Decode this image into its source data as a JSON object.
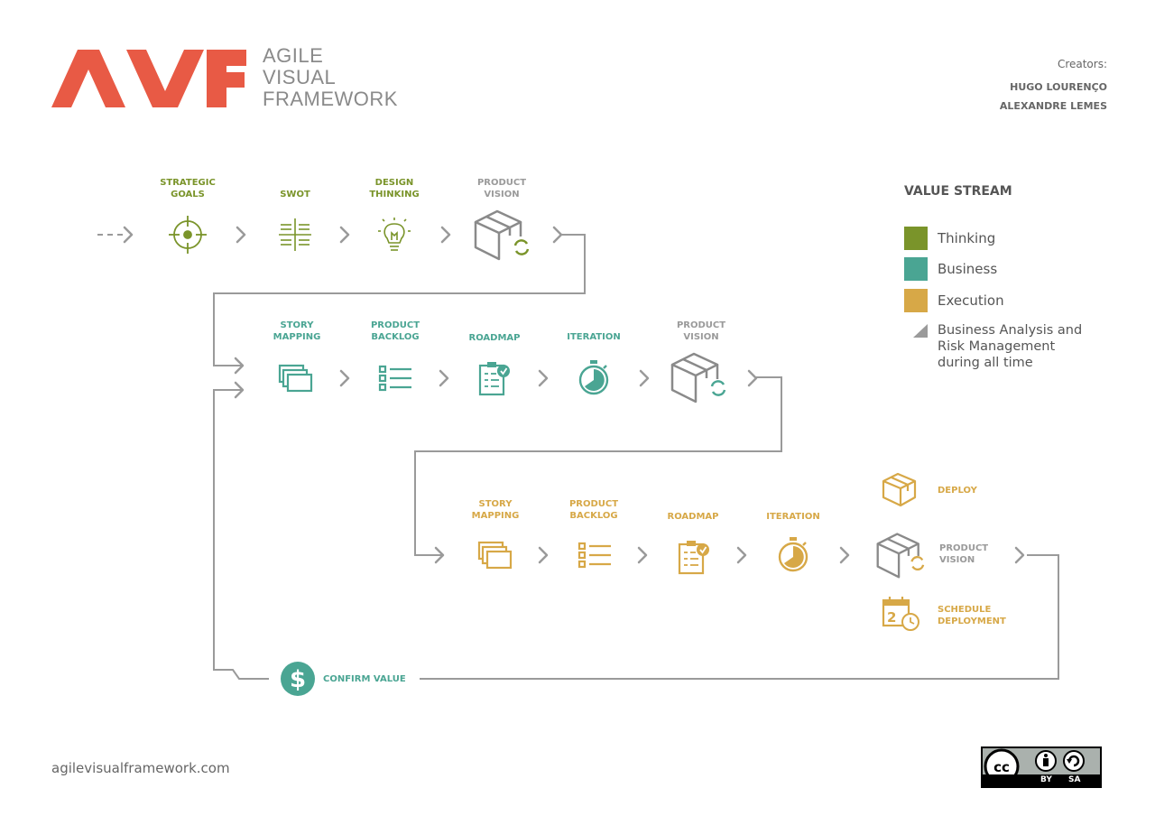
{
  "brand": {
    "logo_text": "AVF",
    "wordmark": [
      "AGILE",
      "VISUAL",
      "FRAMEWORK"
    ]
  },
  "creators": {
    "label": "Creators:",
    "names": [
      "HUGO LOURENÇO",
      "ALEXANDRE LEMES"
    ]
  },
  "colors": {
    "thinking": "#7a942a",
    "business": "#4aa593",
    "execution": "#d7a847",
    "grey": "#9a9a9a",
    "logo": "#e85a45"
  },
  "row1": {
    "steps": [
      {
        "label": "STRATEGIC\nGOALS",
        "icon": "target-icon"
      },
      {
        "label": "SWOT",
        "icon": "swot-grid-icon"
      },
      {
        "label": "DESIGN\nTHINKING",
        "icon": "lightbulb-icon"
      },
      {
        "label": "PRODUCT\nVISION",
        "icon": "product-box-icon"
      }
    ]
  },
  "row2": {
    "steps": [
      {
        "label": "STORY\nMAPPING",
        "icon": "stacked-cards-icon"
      },
      {
        "label": "PRODUCT\nBACKLOG",
        "icon": "list-icon"
      },
      {
        "label": "ROADMAP",
        "icon": "clipboard-check-icon"
      },
      {
        "label": "ITERATION",
        "icon": "stopwatch-icon"
      },
      {
        "label": "PRODUCT\nVISION",
        "icon": "product-box-icon"
      }
    ]
  },
  "row3": {
    "steps": [
      {
        "label": "STORY\nMAPPING",
        "icon": "stacked-cards-icon"
      },
      {
        "label": "PRODUCT\nBACKLOG",
        "icon": "list-icon"
      },
      {
        "label": "ROADMAP",
        "icon": "clipboard-check-icon"
      },
      {
        "label": "ITERATION",
        "icon": "stopwatch-icon"
      }
    ],
    "product_vision": "PRODUCT\nVISION",
    "deploy": "DEPLOY",
    "schedule": "SCHEDULE\nDEPLOYMENT"
  },
  "confirm": {
    "label": "CONFIRM VALUE",
    "icon": "dollar-icon"
  },
  "legend": {
    "title": "VALUE STREAM",
    "items": [
      {
        "label": "Thinking",
        "color": "#7a942a"
      },
      {
        "label": "Business",
        "color": "#4aa593"
      },
      {
        "label": "Execution",
        "color": "#d7a847"
      }
    ],
    "note": "Business Analysis and Risk Management during all time"
  },
  "footer": {
    "website": "agilevisualframework.com",
    "license": [
      "BY",
      "SA"
    ]
  }
}
